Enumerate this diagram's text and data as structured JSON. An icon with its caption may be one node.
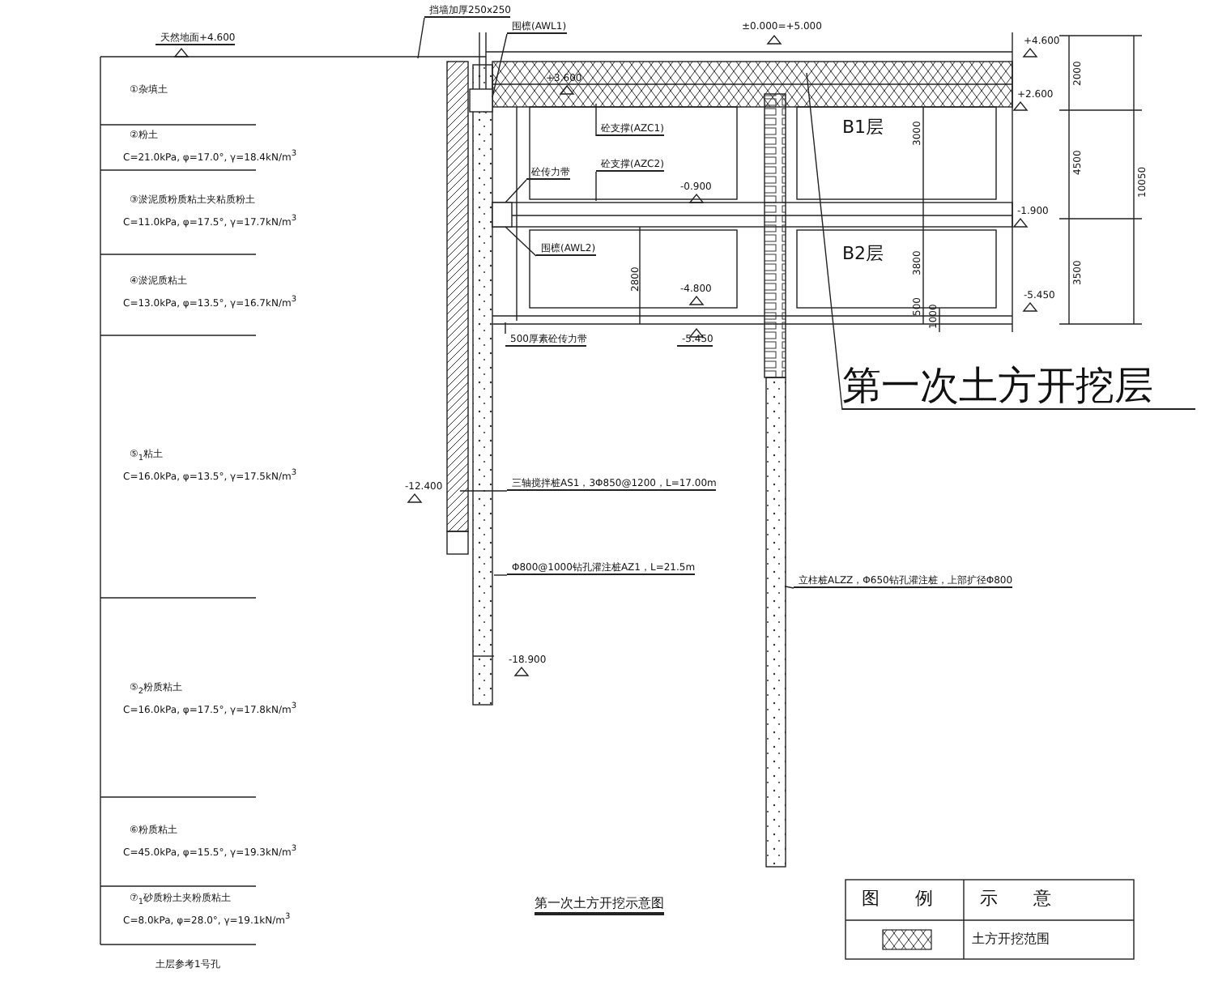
{
  "diagram": {
    "caption": "第一次土方开挖示意图",
    "nodes": [
      {
        "text": [
          "挡墙加厚250x250"
        ]
      },
      {
        "text": [
          "围檩(AWL1)"
        ]
      },
      {
        "text": [
          "砼支撑(AZC1)"
        ]
      },
      {
        "text": [
          "砼传力带"
        ]
      },
      {
        "text": [
          "砼支撑(AZC2)"
        ]
      },
      {
        "text": [
          "围檩(AWL2)"
        ]
      },
      {
        "text": [
          "500厚素砼传力带"
        ]
      },
      {
        "text": [
          "三轴搅拌桩AS1，3Φ850@1200，L=17.00m"
        ]
      },
      {
        "text": [
          "Φ800@1000钻孔灌注桩AZ1，L=21.5m"
        ]
      },
      {
        "text": [
          "立柱桩ALZZ，Φ650钻孔灌注桩，上部扩径Φ800"
        ]
      },
      {
        "text": [
          "第一次土方开挖层"
        ]
      },
      {
        "text": [],
        "shape": "box"
      },
      {
        "text": [],
        "shape": "box"
      }
    ],
    "edges": [
      {
        "from": 0,
        "to": null,
        "arrow": "none"
      },
      {
        "from": 1,
        "to": 11,
        "arrow": "none"
      },
      {
        "from": 2,
        "to": null,
        "arrow": "none"
      },
      {
        "from": 3,
        "to": 12,
        "arrow": "none"
      },
      {
        "from": 4,
        "to": null,
        "arrow": "none"
      },
      {
        "from": 5,
        "to": 12,
        "arrow": "none"
      },
      {
        "from": 6,
        "to": null,
        "arrow": "none"
      },
      {
        "from": 7,
        "to": null,
        "arrow": "none"
      },
      {
        "from": 8,
        "to": null,
        "arrow": "none"
      },
      {
        "from": 9,
        "to": null,
        "arrow": "none"
      },
      {
        "from": 10,
        "to": null,
        "arrow": "none"
      }
    ],
    "labels": [
      "天然地面+4.600",
      "①杂填土",
      "②粉土",
      "C=21.0kPa, φ=17.0°, γ=18.4kN/m$^{3}$",
      "③淤泥质粉质粘土夹粘质粉土",
      "C=11.0kPa, φ=17.5°, γ=17.7kN/m$^{3}$",
      "④淤泥质粘土",
      "C=13.0kPa, φ=13.5°, γ=16.7kN/m$^{3}$",
      "⑤$_{1}$粘土",
      "C=16.0kPa, φ=13.5°, γ=17.5kN/m$^{3}$",
      "⑤$_{2}$粉质粘土",
      "C=16.0kPa, φ=17.5°, γ=17.8kN/m$^{3}$",
      "⑥粉质粘土",
      "C=45.0kPa, φ=15.5°, γ=19.3kN/m$^{3}$",
      "⑦$_{1}$砂质粉土夹粉质粘土",
      "C=8.0kPa, φ=28.0°, γ=19.1kN/m$^{3}$",
      "土层参考1号孔",
      "±0.000=+5.000",
      "+3.600",
      "B1层",
      "B2层",
      "-0.900",
      "-4.800",
      "-5.450",
      "+4.600",
      "+2.600",
      "-1.900",
      "-5.450",
      "-12.400",
      "-18.900",
      "2000",
      "4500",
      "3500",
      "10050",
      "3000",
      "3800",
      "500",
      "1000",
      "2800",
      "图例",
      "示意"
    ],
    "legend": [
      {
        "text": "土方开挖范围"
      }
    ]
  }
}
